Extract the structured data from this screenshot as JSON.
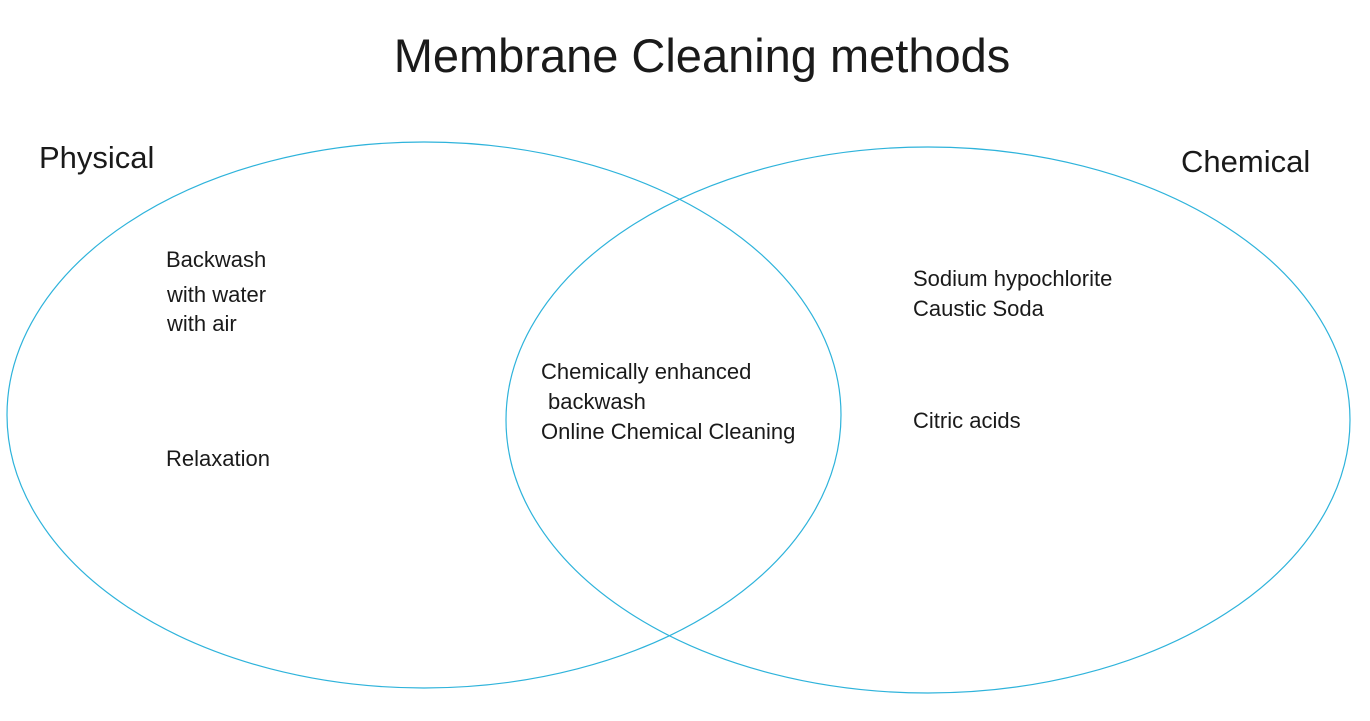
{
  "title": "Membrane Cleaning methods",
  "colors": {
    "circle_stroke": "#2eb3db",
    "text": "#1a1a1a",
    "background": "#ffffff"
  },
  "sets": {
    "left": {
      "label": "Physical",
      "items": [
        "Backwash",
        "with water",
        "with air",
        "Relaxation"
      ]
    },
    "right": {
      "label": "Chemical",
      "items": [
        "Sodium hypochlorite",
        "Caustic Soda",
        "Citric acids"
      ]
    },
    "intersection": {
      "items": [
        "Chemically enhanced",
        "backwash",
        "Online Chemical Cleaning"
      ]
    }
  }
}
